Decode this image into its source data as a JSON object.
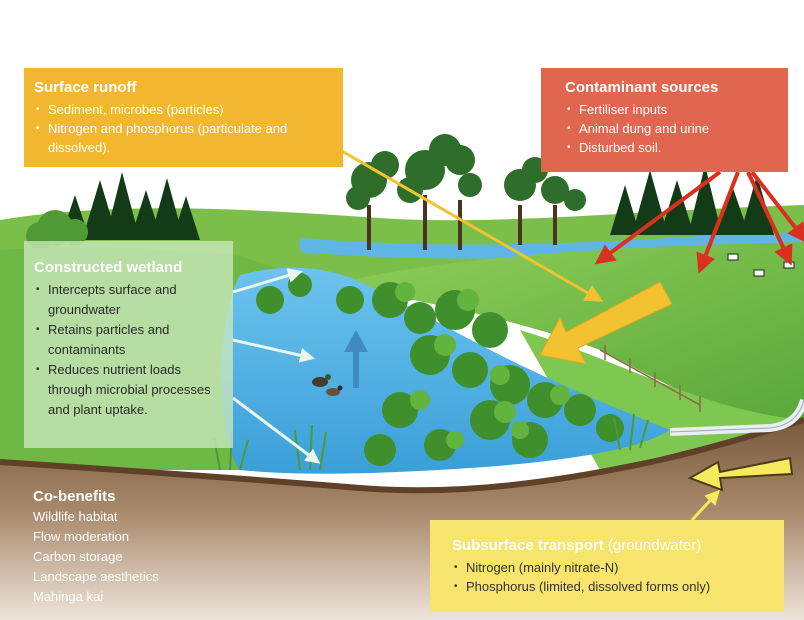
{
  "surface_runoff": {
    "title": "Surface runoff",
    "items": [
      "Sediment, microbes (particles)",
      "Nitrogen and phosphorus (particulate and dissolved)."
    ]
  },
  "contaminant_sources": {
    "title": "Contaminant sources",
    "items": [
      "Fertiliser inputs",
      "Animal dung and urine",
      "Disturbed soil."
    ]
  },
  "constructed_wetland": {
    "title": "Constructed wetland",
    "items": [
      "Intercepts surface and groundwater",
      "Retains particles and contaminants",
      "Reduces nutrient loads through microbial processes and plant uptake."
    ]
  },
  "co_benefits": {
    "title": "Co-benefits",
    "items": [
      "Wildlife habitat",
      "Flow moderation",
      "Carbon storage",
      "Landscape aesthetics",
      "Mahinga kai"
    ]
  },
  "subsurface_transport": {
    "title": "Subsurface transport",
    "subtitle": "(groundwater)",
    "items": [
      "Nitrogen (mainly nitrate-N)",
      "Phosphorus (limited, dissolved forms only)"
    ]
  },
  "colors": {
    "surface_runoff": "#f2b72f",
    "contaminant_sources": "#e0664f",
    "wetland_panel": "#cbe8bc",
    "subsurface_transport": "#f6e46d",
    "pointer_arrow": "#d9301f",
    "water": "#4fb3e8"
  }
}
